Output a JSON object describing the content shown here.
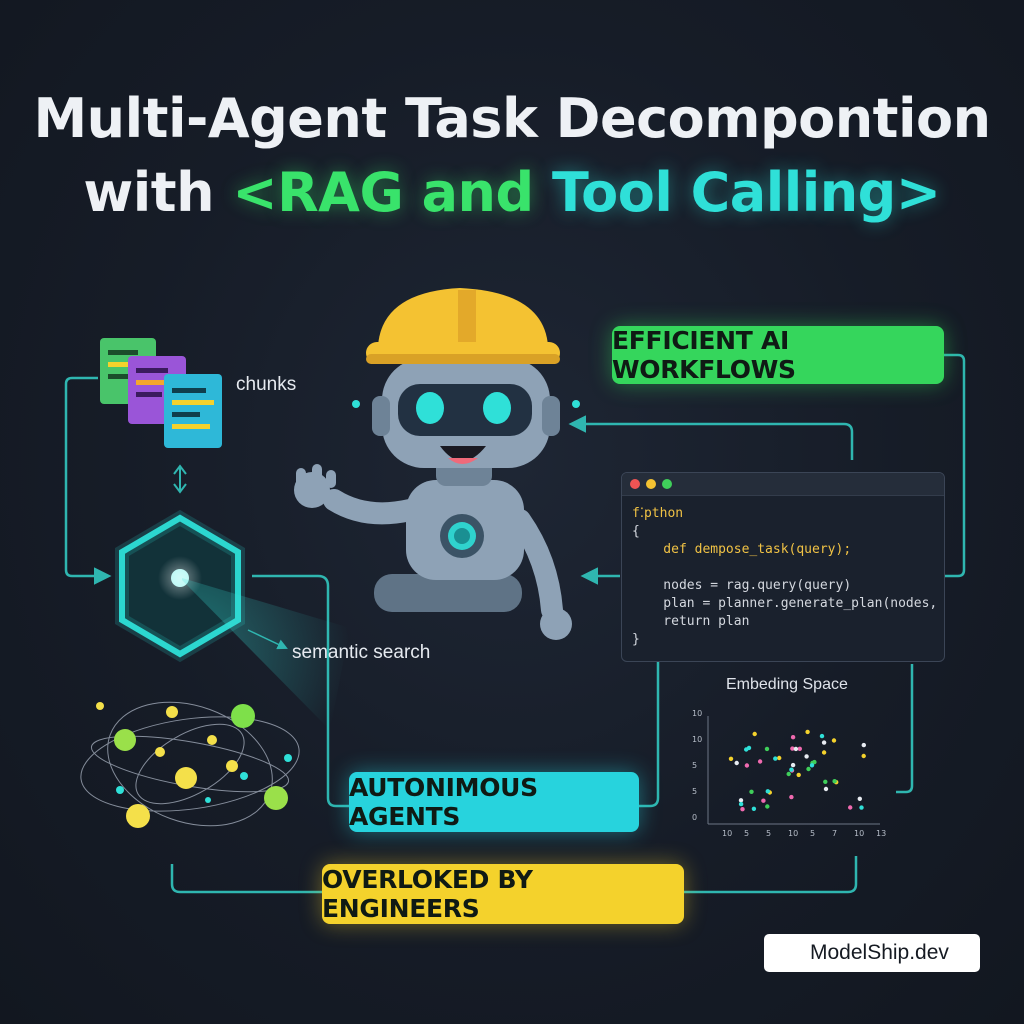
{
  "title": {
    "line1": "Multi-Agent Task Decompontion",
    "line2_prefix": "with ",
    "line2_green": "<RAG and ",
    "line2_cyan": "Tool Calling>"
  },
  "labels": {
    "chunks": "chunks",
    "semantic_search": "semantic search",
    "embedding_space": "Embeding Space"
  },
  "pills": {
    "efficient": "EFFICIENT AI WORKFLOWS",
    "autonomous": "AUTONIMOUS AGENTS",
    "overlooked": "OVERLOKED BY ENGINEERS"
  },
  "code": {
    "line1": "f⁚pthon",
    "line2": "{",
    "line3": "    def dempose_task(query);",
    "line4": "",
    "line5": "    nodes = rag.query(query)",
    "line6": "    plan = planner.generate_plan(nodes, tools)",
    "line7": "    return plan",
    "line8": "}"
  },
  "scatter": {
    "y_ticks": [
      "10",
      "10",
      "5",
      "5",
      "0"
    ],
    "x_ticks": [
      "10",
      "5",
      "5",
      "10",
      "5",
      "7",
      "10",
      "13"
    ]
  },
  "brand": {
    "name": "ModelShip.dev",
    "icon": "rocket-icon"
  },
  "colors": {
    "green": "#35d65c",
    "cyan": "#27d3dd",
    "yellow": "#f4d22c",
    "line": "#2fb6b0"
  }
}
